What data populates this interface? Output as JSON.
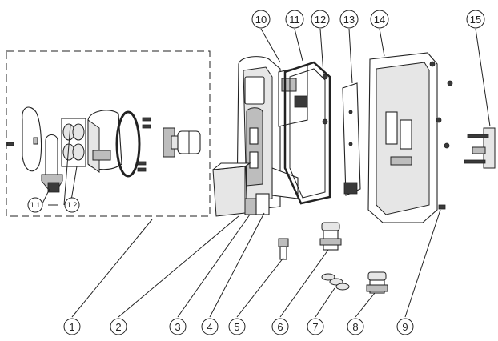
{
  "callouts": {
    "c1": "1",
    "c2": "2",
    "c3": "3",
    "c4": "4",
    "c5": "5",
    "c6": "6",
    "c7": "7",
    "c8": "8",
    "c9": "9",
    "c10": "10",
    "c11": "11",
    "c12": "12",
    "c13": "13",
    "c14": "14",
    "c15": "15",
    "c1_1": "1.1",
    "c1_2": "1.2"
  }
}
